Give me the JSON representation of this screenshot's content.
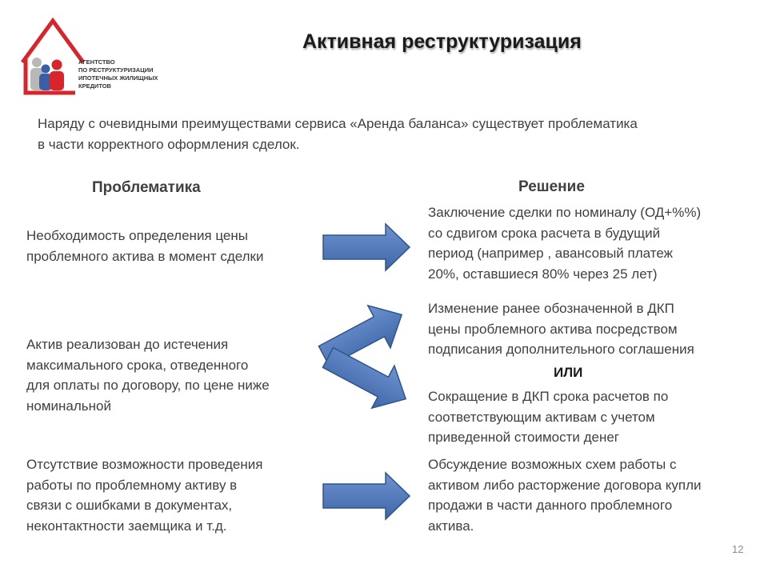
{
  "header": {
    "title": "Активная реструктуризация",
    "logo_lines": [
      "АГЕНТСТВО",
      "ПО РЕСТРУКТУРИЗАЦИИ",
      "ИПОТЕЧНЫХ ЖИЛИЩНЫХ",
      "КРЕДИТОВ"
    ]
  },
  "intro": {
    "lines": [
      "Наряду с очевидными преимуществами сервиса «Аренда баланса» существует проблематика",
      "в части корректного оформления сделок."
    ]
  },
  "columns": {
    "problems_header": "Проблематика",
    "solutions_header": "Решение"
  },
  "problems": [
    {
      "lines": [
        "Необходимость определения цены",
        "проблемного актива в момент сделки"
      ]
    },
    {
      "lines": [
        "Актив реализован до истечения",
        "максимального срока, отведенного",
        "для оплаты по договору, по цене ниже",
        "номинальной"
      ]
    },
    {
      "lines": [
        "Отсутствие возможности проведения",
        "работы по проблемному активу в",
        "связи с ошибками в документах,",
        "неконтактности заемщика и т.д."
      ]
    }
  ],
  "solutions": [
    {
      "lines": [
        "Заключение сделки по номиналу (ОД+%%)",
        "со сдвигом срока расчета в будущий",
        "период (например , авансовый платеж",
        "20%, оставшиеся 80% через 25 лет)"
      ]
    },
    {
      "lines": [
        "Изменение ранее обозначенной в ДКП",
        "цены проблемного актива посредством",
        "подписания дополнительного соглашения"
      ]
    },
    {
      "lines": [
        "Сокращение в ДКП срока расчетов по",
        "соответствующим активам с учетом",
        "приведенной стоимости денег"
      ]
    },
    {
      "lines": [
        "Обсуждение возможных схем работы с",
        "активом либо расторжение договора купли",
        "продажи в части данного проблемного",
        "актива."
      ]
    }
  ],
  "or_label": "ИЛИ",
  "page_number": "12",
  "colors": {
    "logo_red": "#d9242b",
    "logo_blue": "#3a5fa8",
    "logo_gray": "#b8b8b8",
    "arrow_fill": "#4f79bd",
    "arrow_stroke": "#2e548f"
  }
}
